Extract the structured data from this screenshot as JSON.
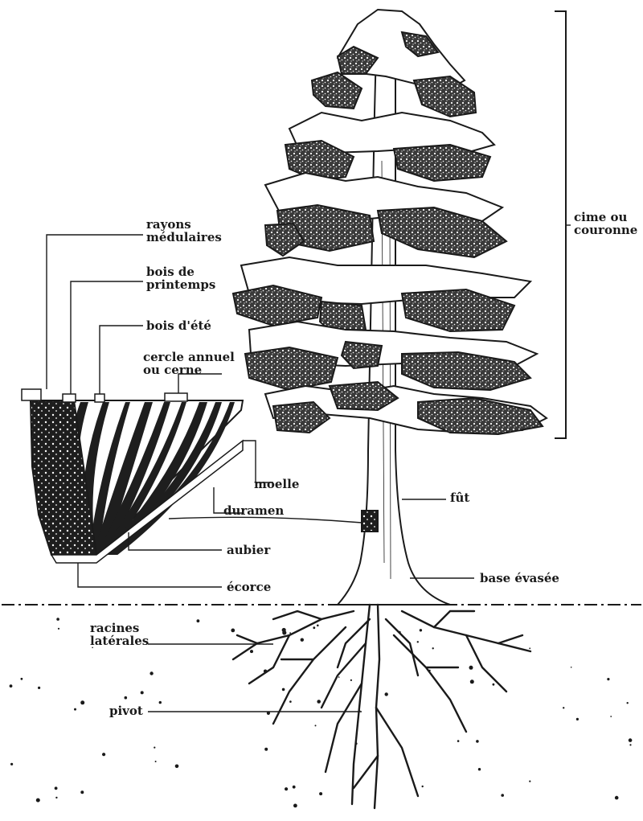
{
  "diagram": {
    "colors": {
      "ink": "#1a1a1a",
      "paper": "#ffffff",
      "speckle": "#2b2b2b"
    },
    "labels": {
      "rayons": [
        "rayons",
        "médulaires"
      ],
      "bois_printemps": [
        "bois de",
        "printemps"
      ],
      "bois_ete": "bois d'été",
      "cercle": [
        "cercle annuel",
        "ou cerne"
      ],
      "moelle": "moelle",
      "duramen": "duramen",
      "aubier": "aubier",
      "ecorce": "écorce",
      "cime": [
        "cime ou",
        "couronne"
      ],
      "fut": "fût",
      "base": "base évasée",
      "racines": [
        "racines",
        "latérales"
      ],
      "pivot": "pivot"
    }
  }
}
